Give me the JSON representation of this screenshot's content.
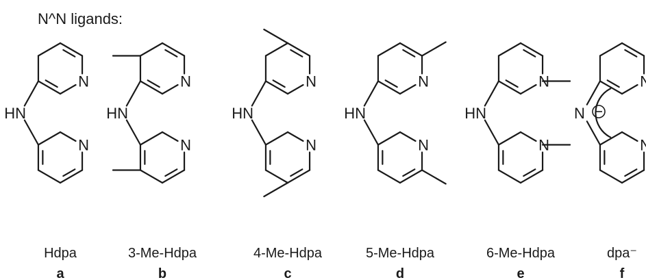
{
  "title": "N^N ligands:",
  "atom_labels": {
    "nitrogen": "N",
    "amine": "HN",
    "anion_charge": "⊖"
  },
  "ligands": [
    {
      "name": "Hdpa",
      "letter": "a",
      "methyl": "none"
    },
    {
      "name": "3-Me-Hdpa",
      "letter": "b",
      "methyl": "3"
    },
    {
      "name": "4-Me-Hdpa",
      "letter": "c",
      "methyl": "4"
    },
    {
      "name": "5-Me-Hdpa",
      "letter": "d",
      "methyl": "5"
    },
    {
      "name": "6-Me-Hdpa",
      "letter": "e",
      "methyl": "6"
    },
    {
      "name": "dpa⁻",
      "letter": "f",
      "methyl": "anion"
    }
  ],
  "colors": {
    "ink": "#1a1a1a",
    "background": "#ffffff"
  }
}
